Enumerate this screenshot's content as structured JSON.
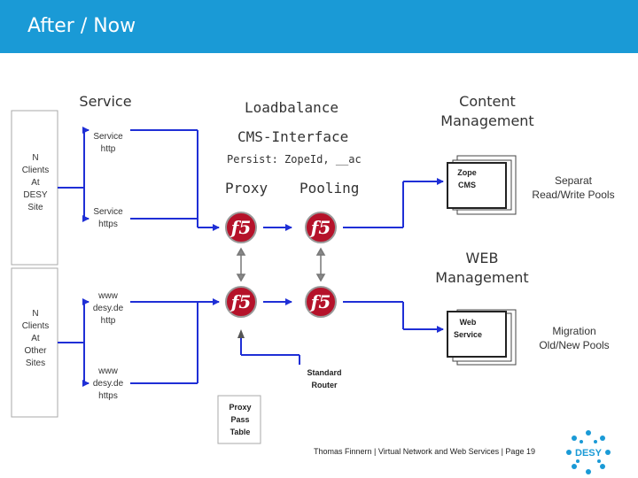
{
  "header": {
    "title": "After / Now"
  },
  "columns": {
    "service": "Service",
    "loadbalance": "Loadbalance",
    "cms_interface": "CMS-Interface",
    "content_management": "Content\nManagement",
    "persist": "Persist: ZopeId, __ac",
    "proxy": "Proxy",
    "pooling": "Pooling"
  },
  "clients": {
    "desy_site": "N\nClients\nAt\nDESY\nSite",
    "other_sites": "N\nClients\nAt\nOther\nSites"
  },
  "services": {
    "http": "Service\nhttp",
    "https": "Service\nhttps",
    "www_http": "www\ndesy.de\nhttp",
    "www_https": "www\ndesy.de\nhttps"
  },
  "backends": {
    "zope_cms": "Zope\nCMS",
    "web_service": "Web\nService",
    "separat_pools": "Separat\nRead/Write Pools",
    "migration_pools": "Migration\nOld/New Pools",
    "web_management": "WEB\nManagement",
    "standard_router": "Standard\nRouter",
    "proxy_pass_table": "Proxy\nPass\nTable"
  },
  "f5": {
    "label": "f5"
  },
  "footer": {
    "text": "Thomas Finnern  |  Virtual Network and Web Services  |  Page 19"
  },
  "logo": {
    "text": "DESY"
  },
  "colors": {
    "header": "#1a9ad6",
    "connector": "#1f2fd6",
    "f5_red": "#b5122a",
    "logo": "#1a9ad6"
  }
}
